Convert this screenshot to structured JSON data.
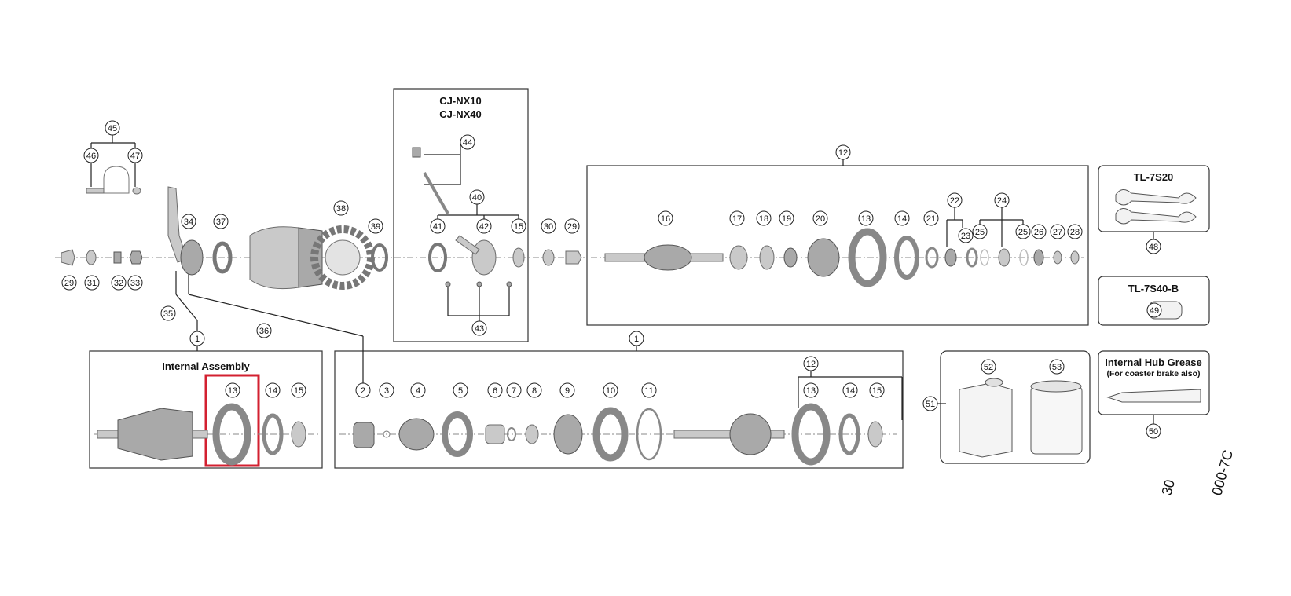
{
  "boxes": {
    "chain_tensioner": {
      "line1": "CJ-NX10",
      "line2": "CJ-NX40"
    },
    "internal_assembly": {
      "title": "Internal Assembly"
    },
    "tool_wrench": {
      "title": "TL-7S20"
    },
    "tool_socket": {
      "title": "TL-7S40-B"
    },
    "grease": {
      "title": "Internal Hub Grease",
      "subtitle": "(For coaster brake also)"
    }
  },
  "callouts": {
    "c1a": "1",
    "c1b": "1",
    "c2": "2",
    "c3": "3",
    "c4": "4",
    "c5": "5",
    "c6": "6",
    "c7": "7",
    "c8": "8",
    "c9": "9",
    "c10": "10",
    "c11": "11",
    "c12a": "12",
    "c12b": "12",
    "c13a": "13",
    "c13b": "13",
    "c13c": "13",
    "c14a": "14",
    "c14b": "14",
    "c14c": "14",
    "c15a": "15",
    "c15b": "15",
    "c15c": "15",
    "c16": "16",
    "c17": "17",
    "c18": "18",
    "c19": "19",
    "c20": "20",
    "c21": "21",
    "c22": "22",
    "c23": "23",
    "c24": "24",
    "c25a": "25",
    "c25b": "25",
    "c26": "26",
    "c27": "27",
    "c28": "28",
    "c29a": "29",
    "c29b": "29",
    "c30": "30",
    "c31": "31",
    "c32": "32",
    "c33": "33",
    "c34": "34",
    "c35": "35",
    "c36": "36",
    "c37": "37",
    "c38": "38",
    "c39": "39",
    "c40": "40",
    "c41": "41",
    "c42": "42",
    "c43": "43",
    "c44": "44",
    "c45": "45",
    "c46": "46",
    "c47": "47",
    "c48": "48",
    "c49": "49",
    "c50": "50",
    "c51": "51",
    "c52": "52",
    "c53": "53"
  },
  "codes": {
    "left": "30",
    "right": "000-7C"
  },
  "colors": {
    "highlight": "#d32030",
    "part_fill": "#c9c9c9",
    "line": "#222222"
  }
}
